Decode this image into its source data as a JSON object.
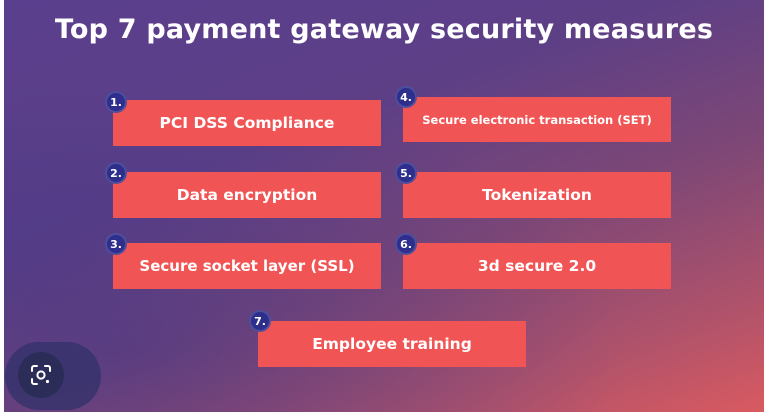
{
  "title": "Top 7 payment gateway security measures",
  "items": [
    {
      "number": "1.",
      "label": "PCI DSS Compliance"
    },
    {
      "number": "2.",
      "label": "Data encryption"
    },
    {
      "number": "3.",
      "label": "Secure socket layer (SSL)"
    },
    {
      "number": "4.",
      "label": "Secure electronic transaction (SET)"
    },
    {
      "number": "5.",
      "label": "Tokenization"
    },
    {
      "number": "6.",
      "label": "3d secure 2.0"
    },
    {
      "number": "7.",
      "label": "Employee training"
    }
  ],
  "colors": {
    "card": "#f05454",
    "badge": "#2e2f8c",
    "text": "#ffffff"
  },
  "overlay": {
    "icon": "visual-search-lens-icon"
  }
}
